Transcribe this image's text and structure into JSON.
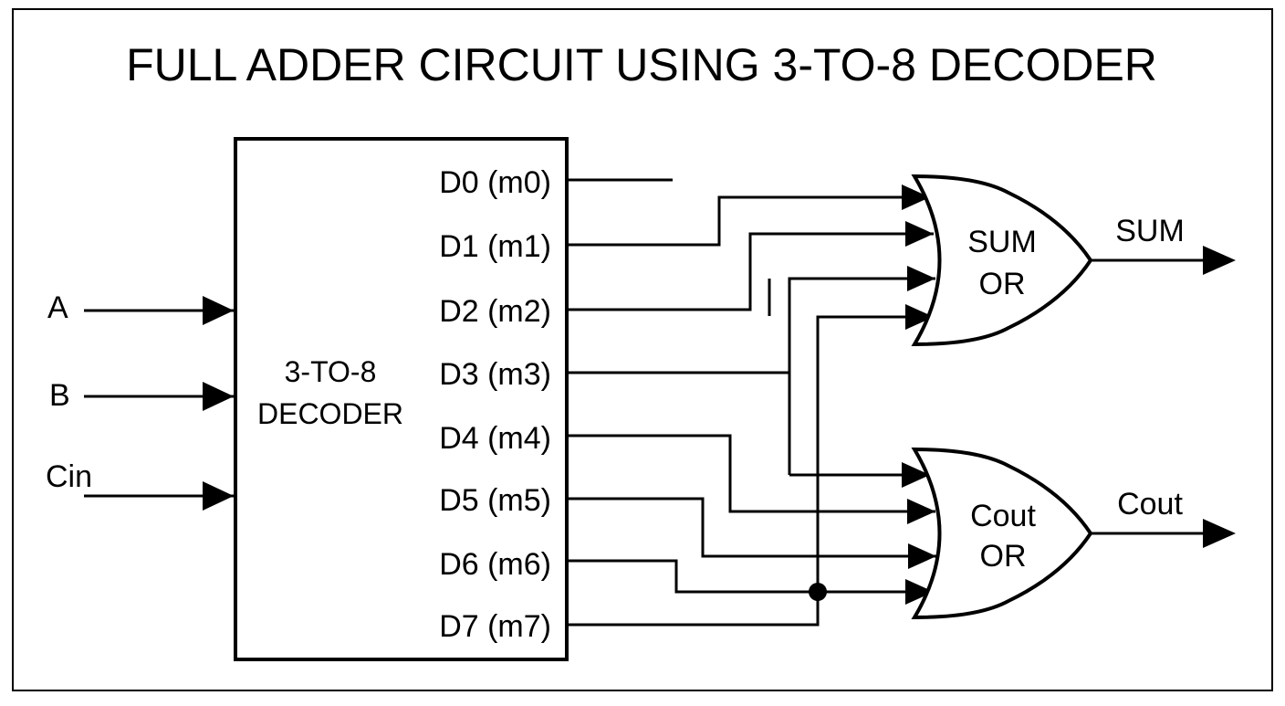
{
  "title": "FULL ADDER CIRCUIT USING 3-TO-8 DECODER",
  "decoder": {
    "label_line1": "3-TO-8",
    "label_line2": "DECODER",
    "inputs": [
      "A",
      "B",
      "Cin"
    ],
    "outputs": [
      "D0 (m0)",
      "D1 (m1)",
      "D2 (m2)",
      "D3 (m3)",
      "D4 (m4)",
      "D5 (m5)",
      "D6 (m6)",
      "D7 (m7)"
    ]
  },
  "sum_gate": {
    "label_line1": "SUM",
    "label_line2": "OR",
    "output_label": "SUM"
  },
  "cout_gate": {
    "label_line1": "Cout",
    "label_line2": "OR",
    "output_label": "Cout"
  }
}
